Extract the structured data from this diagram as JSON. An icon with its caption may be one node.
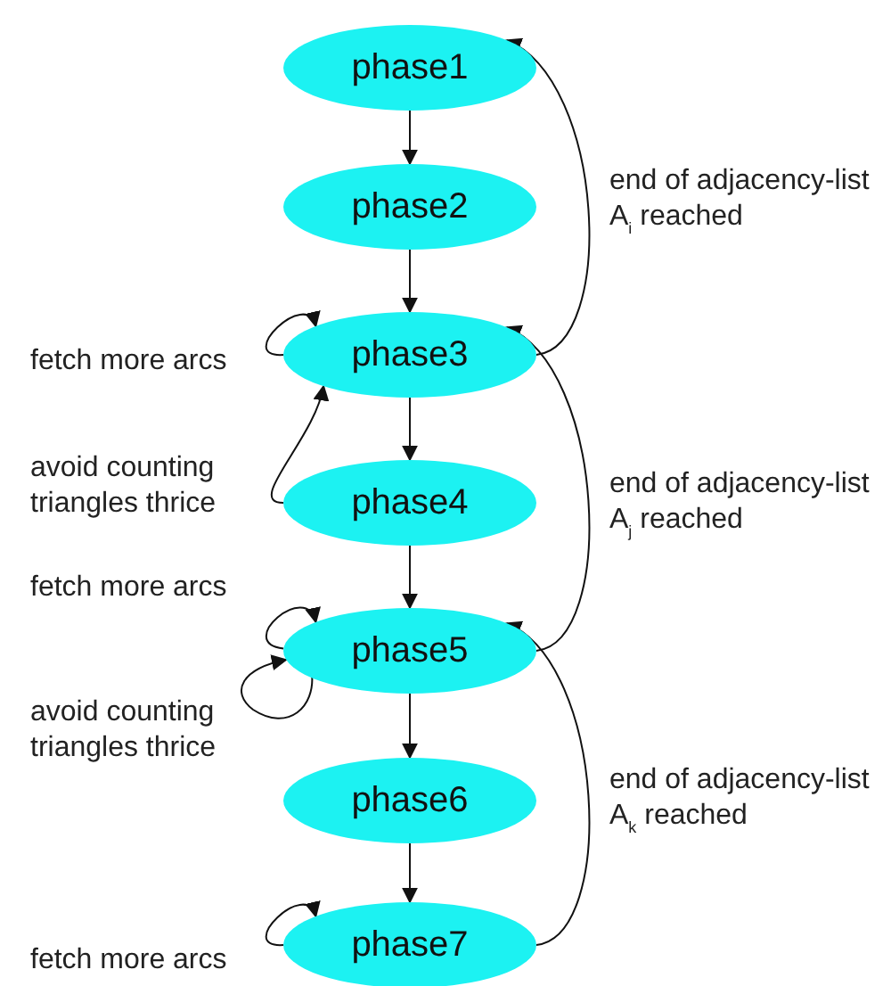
{
  "diagram": {
    "nodes": [
      {
        "text": [
          "phase1"
        ]
      },
      {
        "text": [
          "phase2"
        ]
      },
      {
        "text": [
          "phase3"
        ]
      },
      {
        "text": [
          "phase4"
        ]
      },
      {
        "text": [
          "phase5"
        ]
      },
      {
        "text": [
          "phase6"
        ]
      },
      {
        "text": [
          "phase7"
        ]
      }
    ],
    "edges": [
      {
        "from": 0,
        "to": 1,
        "arrow": "to"
      },
      {
        "from": 1,
        "to": 2,
        "arrow": "to"
      },
      {
        "from": 2,
        "to": 3,
        "arrow": "to"
      },
      {
        "from": 3,
        "to": 4,
        "arrow": "to"
      },
      {
        "from": 4,
        "to": 5,
        "arrow": "to"
      },
      {
        "from": 5,
        "to": 6,
        "arrow": "to"
      },
      {
        "from": 2,
        "to": 2,
        "arrow": "to",
        "label": "fetch more arcs"
      },
      {
        "from": 3,
        "to": 2,
        "arrow": "to",
        "label": "avoid counting triangles thrice"
      },
      {
        "from": 4,
        "to": 4,
        "arrow": "to",
        "label": "fetch more arcs"
      },
      {
        "from": 4,
        "to": 4,
        "arrow": "to",
        "label": "avoid counting triangles thrice"
      },
      {
        "from": 6,
        "to": 6,
        "arrow": "to",
        "label": "fetch more arcs"
      },
      {
        "from": 2,
        "to": 0,
        "arrow": "to",
        "label": "end of adjacency-list A$_{i}$ reached"
      },
      {
        "from": 4,
        "to": 2,
        "arrow": "to",
        "label": "end of adjacency-list A$_{j}$ reached"
      },
      {
        "from": 6,
        "to": 4,
        "arrow": "to",
        "label": "end of adjacency-list A$_{k}$ reached"
      }
    ]
  }
}
